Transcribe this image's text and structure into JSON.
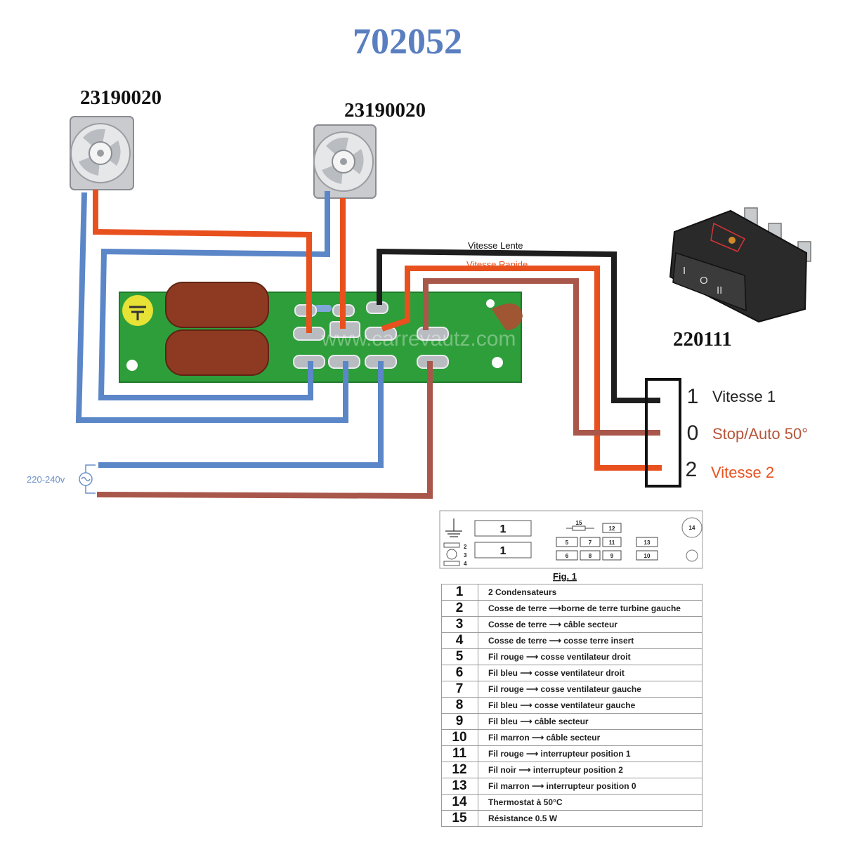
{
  "title": "702052",
  "fans": [
    {
      "part_number": "23190020"
    },
    {
      "part_number": "23190020"
    }
  ],
  "switch": {
    "part_number": "220111",
    "positions": [
      {
        "number": "1",
        "label": "Vitesse 1",
        "color": "#222222"
      },
      {
        "number": "0",
        "label": "Stop/Auto 50°",
        "color": "#b5553a"
      },
      {
        "number": "2",
        "label": "Vitesse 2",
        "color": "#e8501e"
      }
    ],
    "marks": [
      "I",
      "O",
      "II"
    ]
  },
  "wire_labels": {
    "slow": "Vitesse Lente",
    "fast": "Vitesse Rapide"
  },
  "power_label": "220-240v",
  "watermark": "www.carrevautz.com",
  "wire_colors": {
    "red": "#e8501e",
    "blue": "#5b86c8",
    "brown": "#a8574a",
    "black": "#1e1e1e"
  },
  "board_colors": {
    "pcb": "#2e9e3a",
    "capacitor": "#8e3a22"
  },
  "fig": {
    "caption": "Fig. 1",
    "top_boxes": [
      "1",
      "1"
    ],
    "ground_small": [
      "2",
      "3",
      "4"
    ],
    "grid": [
      "15",
      "12",
      "5",
      "7",
      "11",
      "13",
      "6",
      "8",
      "9",
      "10",
      "14"
    ]
  },
  "legend": [
    {
      "num": "1",
      "desc": "2 Condensateurs"
    },
    {
      "num": "2",
      "desc": "Cosse de terre ⟶borne de terre turbine gauche"
    },
    {
      "num": "3",
      "desc": "Cosse de terre ⟶ câble secteur"
    },
    {
      "num": "4",
      "desc": "Cosse de terre ⟶ cosse terre insert"
    },
    {
      "num": "5",
      "desc": "Fil rouge ⟶ cosse ventilateur droit"
    },
    {
      "num": "6",
      "desc": "Fil bleu ⟶ cosse ventilateur droit"
    },
    {
      "num": "7",
      "desc": "Fil rouge ⟶ cosse ventilateur gauche"
    },
    {
      "num": "8",
      "desc": "Fil bleu ⟶ cosse ventilateur gauche"
    },
    {
      "num": "9",
      "desc": "Fil bleu ⟶ câble secteur"
    },
    {
      "num": "10",
      "desc": "Fil marron ⟶ câble secteur"
    },
    {
      "num": "11",
      "desc": "Fil rouge ⟶ interrupteur position 1"
    },
    {
      "num": "12",
      "desc": "Fil noir ⟶ interrupteur position 2"
    },
    {
      "num": "13",
      "desc": "Fil marron ⟶ interrupteur position 0"
    },
    {
      "num": "14",
      "desc": "Thermostat à 50°C"
    },
    {
      "num": "15",
      "desc": "Résistance 0.5 W"
    }
  ]
}
